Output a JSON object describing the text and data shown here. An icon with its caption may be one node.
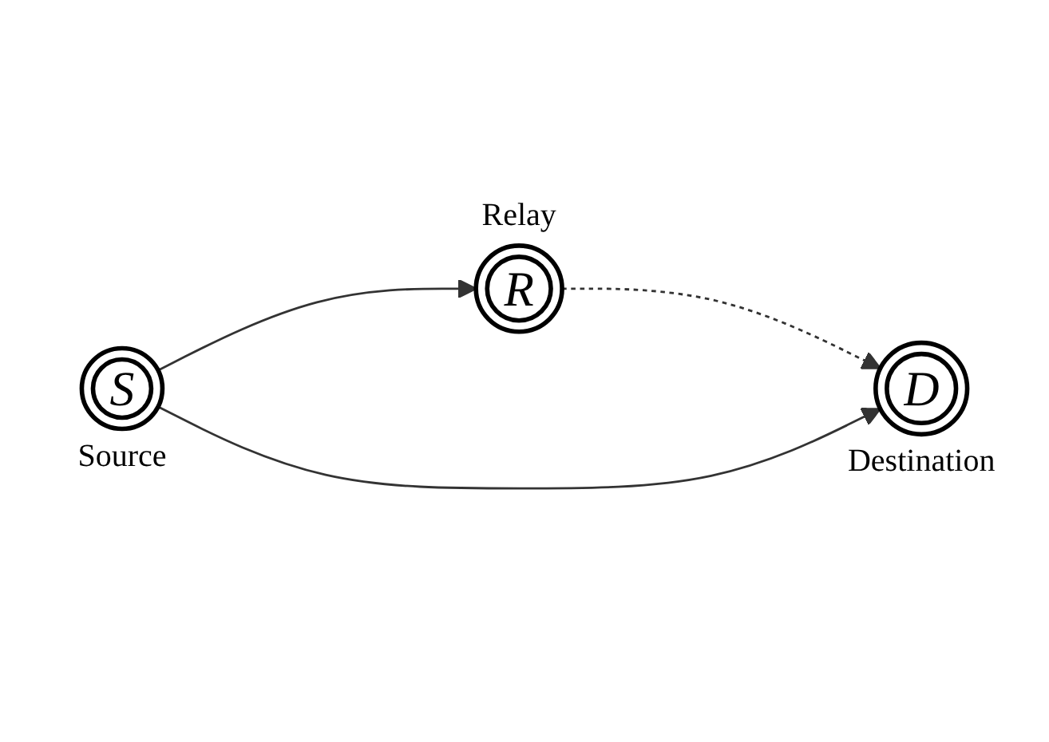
{
  "diagram": {
    "nodes": [
      {
        "text": [
          "R"
        ],
        "beside": [
          "Relay"
        ]
      },
      {
        "text": [
          "S"
        ],
        "beside": [
          "Source"
        ]
      },
      {
        "text": [
          "D"
        ],
        "beside": [
          "Destination"
        ]
      }
    ],
    "edges": [
      {
        "from": 1,
        "to": 0,
        "arrow": "to"
      },
      {
        "from": 0,
        "to": 2,
        "arrow": "to",
        "style": "dashed"
      },
      {
        "from": 1,
        "to": 2,
        "arrow": "to"
      }
    ]
  }
}
